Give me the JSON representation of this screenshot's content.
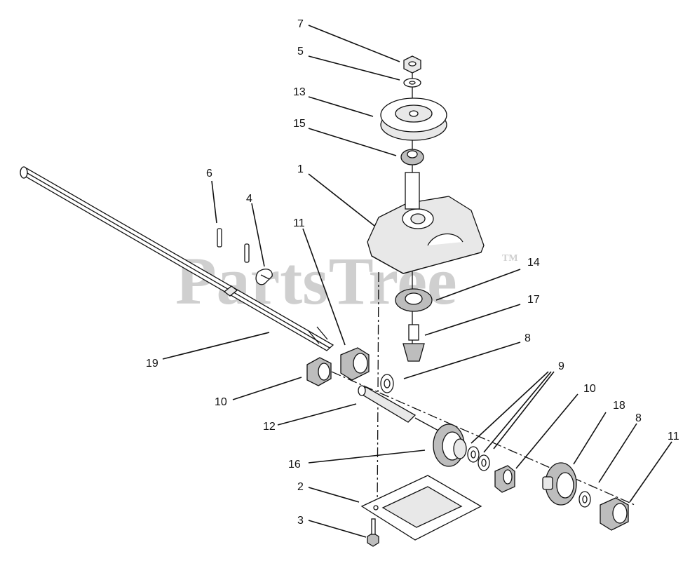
{
  "watermark": {
    "text": "PartsTree",
    "trademark": "TM"
  },
  "callouts": [
    {
      "label": "7"
    },
    {
      "label": "5"
    },
    {
      "label": "13"
    },
    {
      "label": "15"
    },
    {
      "label": "1"
    },
    {
      "label": "6"
    },
    {
      "label": "4"
    },
    {
      "label": "11"
    },
    {
      "label": "14"
    },
    {
      "label": "17"
    },
    {
      "label": "8"
    },
    {
      "label": "19"
    },
    {
      "label": "9"
    },
    {
      "label": "10"
    },
    {
      "label": "10"
    },
    {
      "label": "18"
    },
    {
      "label": "8"
    },
    {
      "label": "11"
    },
    {
      "label": "12"
    },
    {
      "label": "16"
    },
    {
      "label": "2"
    },
    {
      "label": "3"
    }
  ]
}
